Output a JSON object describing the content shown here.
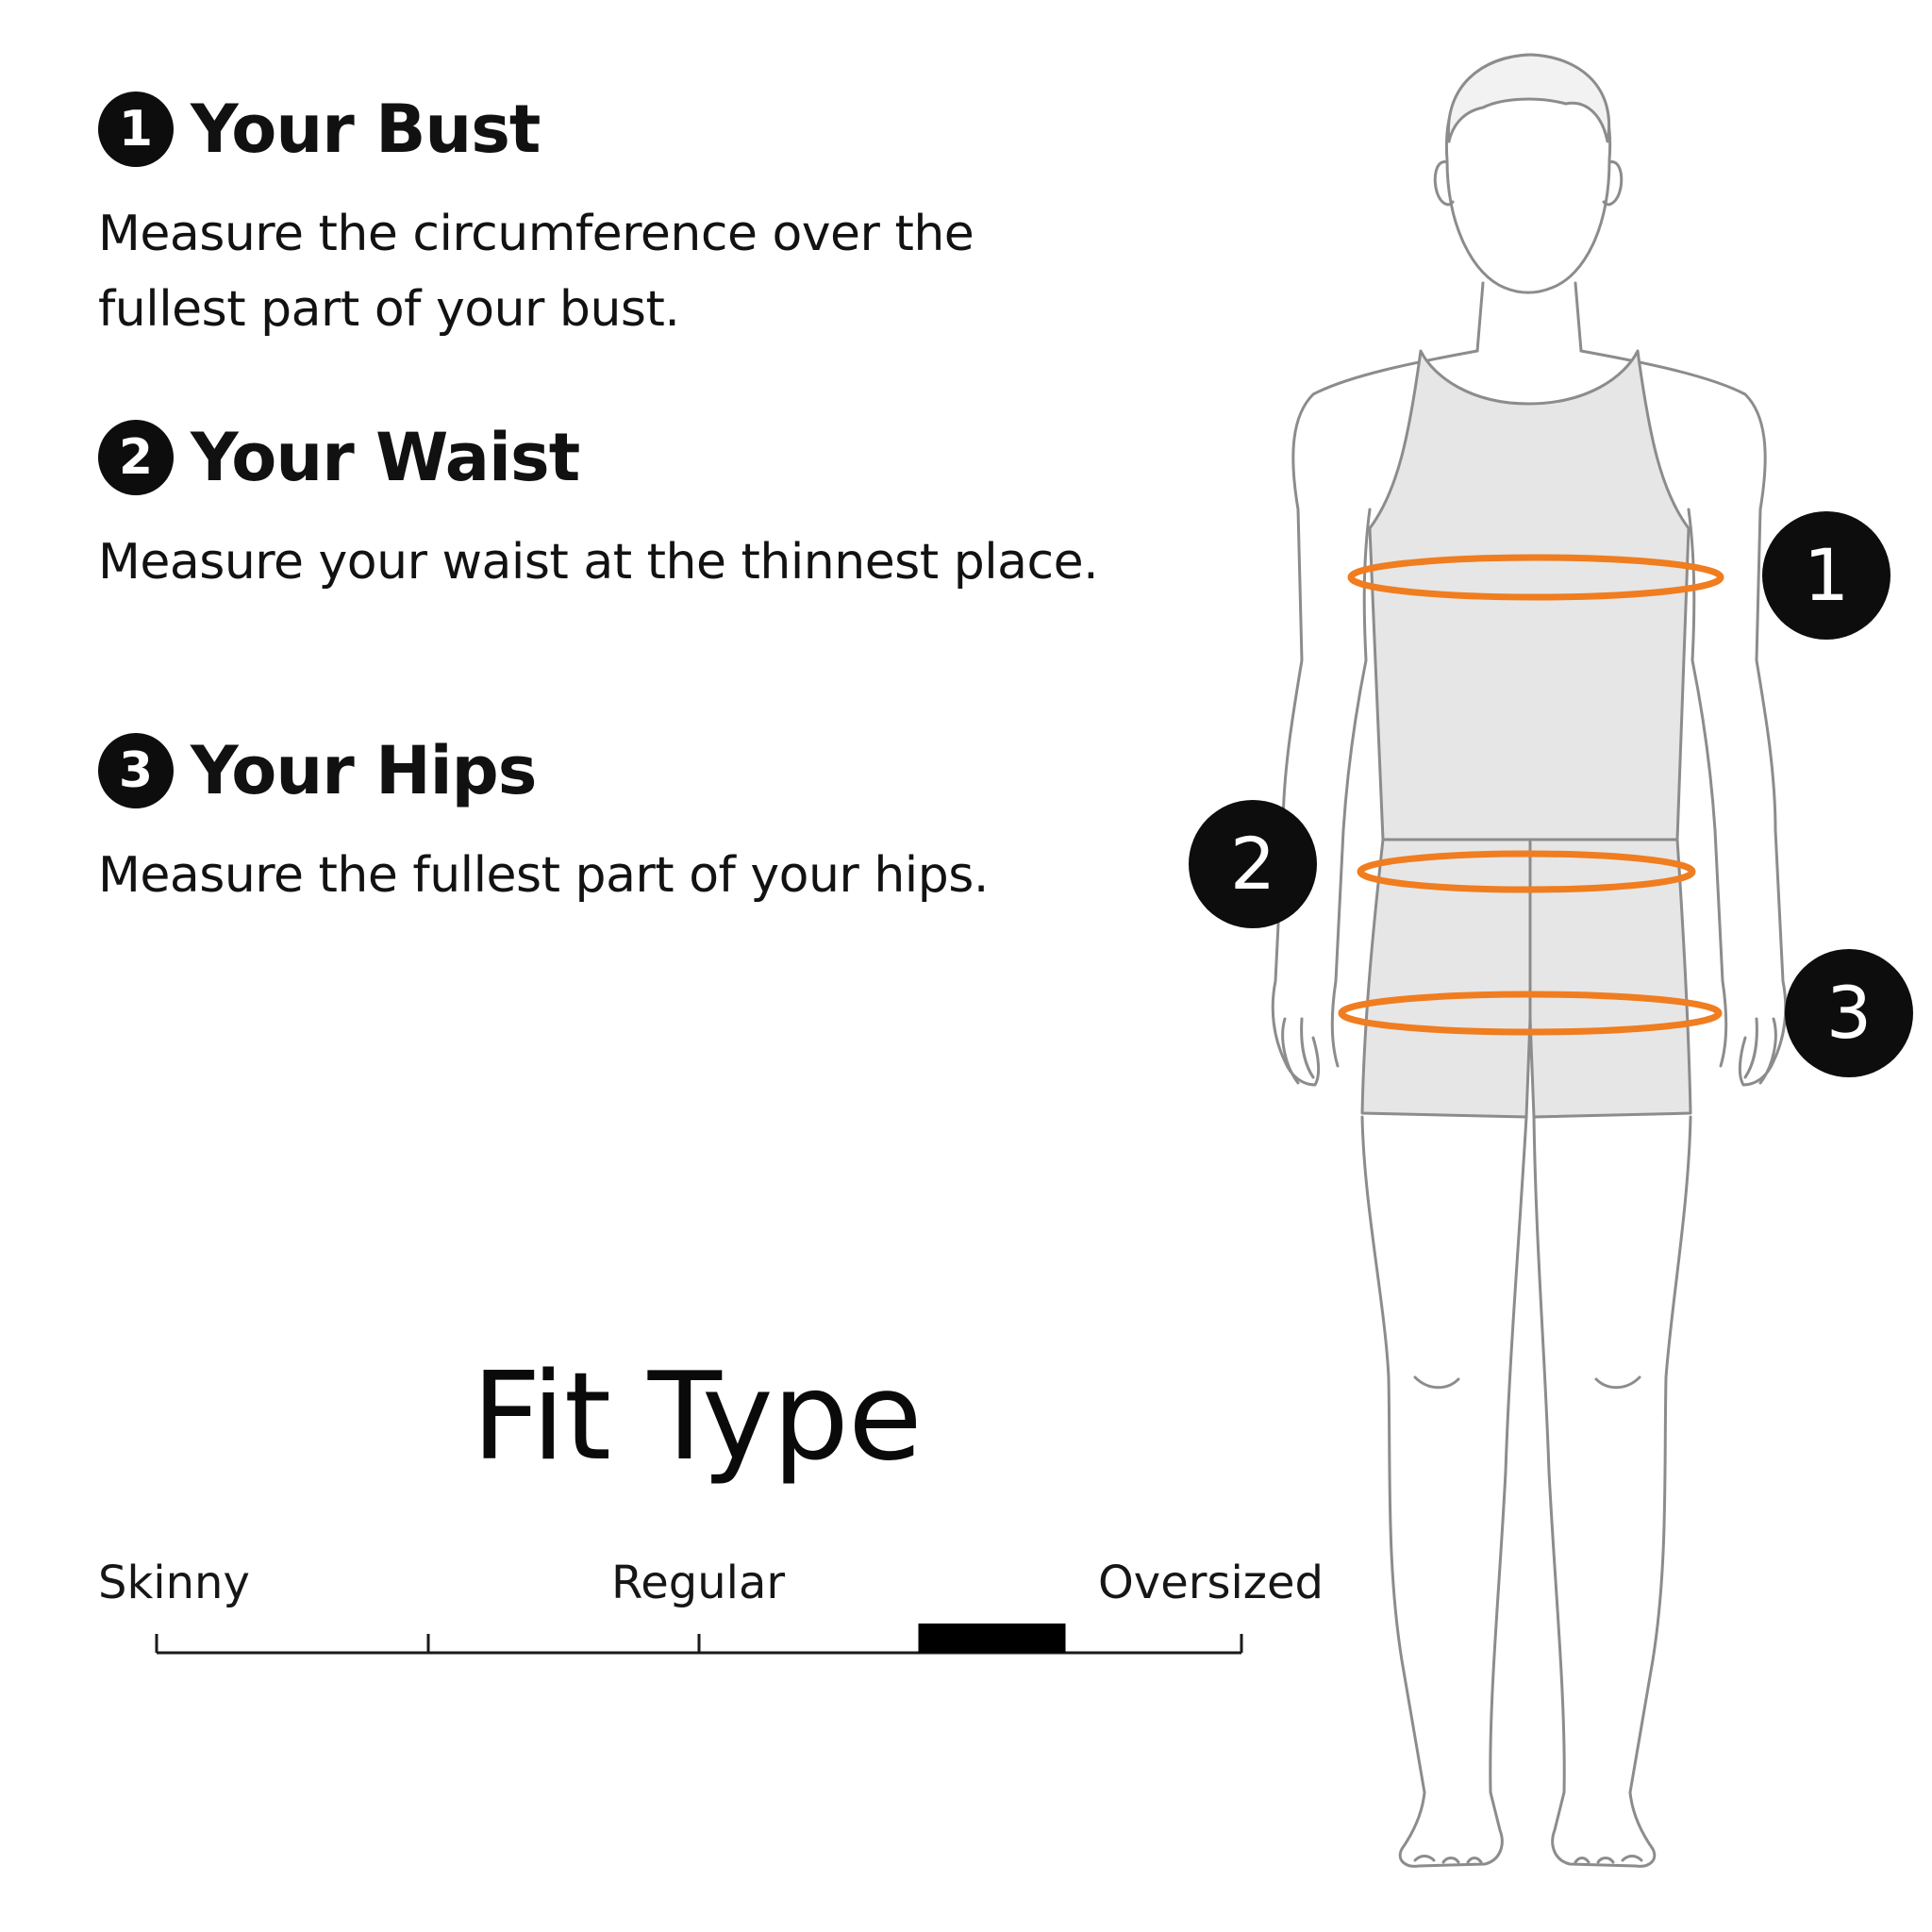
{
  "steps": [
    {
      "number": "1",
      "title": "Your Bust",
      "description": "Measure the circumference over the\nfullest part of your bust."
    },
    {
      "number": "2",
      "title": "Your Waist",
      "description": "Measure your waist at the thinnest place."
    },
    {
      "number": "3",
      "title": "Your Hips",
      "description": "Measure the fullest part of your hips."
    }
  ],
  "figure": {
    "markers": [
      "1",
      "2",
      "3"
    ],
    "band_color": "#f07d1f",
    "badge_color": "#0d0d0d"
  },
  "fit_type": {
    "title": "Fit Type",
    "labels": {
      "skinny": "Skinny",
      "regular": "Regular",
      "oversized": "Oversized"
    },
    "level": 0.77
  }
}
